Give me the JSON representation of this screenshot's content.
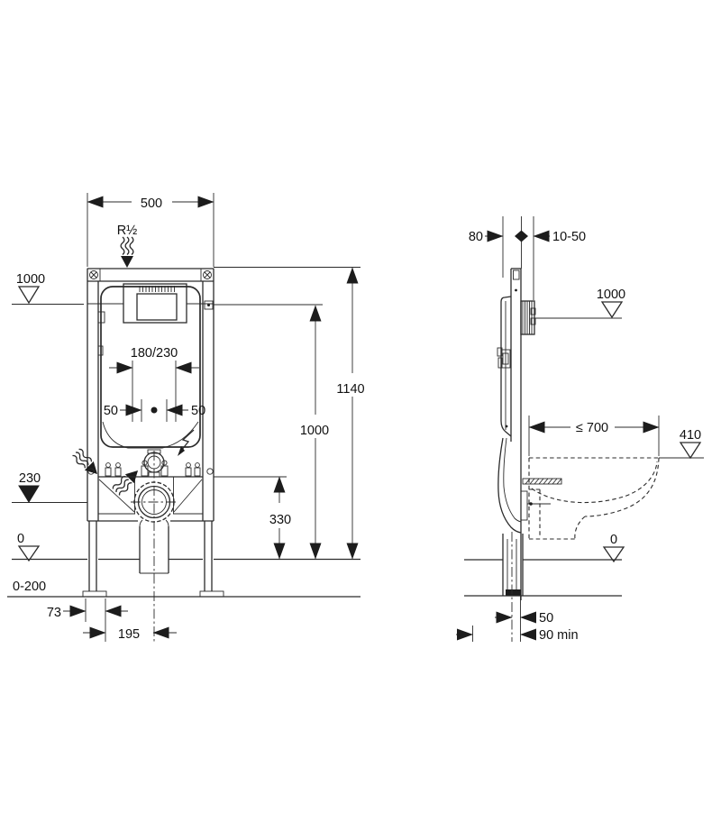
{
  "front_view": {
    "width": "500",
    "water_supply": "R½",
    "level_1000": "1000",
    "rod_spacing": "180/230",
    "offset_left_50": "50",
    "offset_right_50": "50",
    "level_230": "230",
    "height_1140": "1140",
    "height_1000": "1000",
    "height_330": "330",
    "level_0": "0",
    "floor_range": "0-200",
    "offset_73": "73",
    "offset_195": "195"
  },
  "side_view": {
    "depth_80": "80",
    "wall_thickness": "10-50",
    "level_1000": "1000",
    "pan_depth": "≤ 700",
    "level_410": "410",
    "level_0": "0",
    "offset_50": "50",
    "clearance_90": "90 min"
  }
}
